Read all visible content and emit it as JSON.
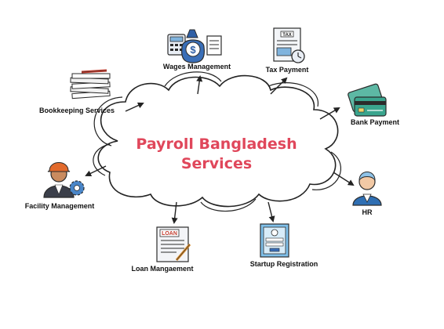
{
  "center_title": {
    "line1": "Payroll Bangladesh",
    "line2": "Services"
  },
  "services": [
    {
      "label": "Wages Management",
      "icon": "money-bag-calculator-icon"
    },
    {
      "label": "Tax Payment",
      "icon": "tax-form-clock-icon"
    },
    {
      "label": "Bank Payment",
      "icon": "bank-cards-icon"
    },
    {
      "label": "HR",
      "icon": "person-avatar-icon"
    },
    {
      "label": "Startup Registration",
      "icon": "registration-form-icon"
    },
    {
      "label": "Loan Mangaement",
      "icon": "loan-document-icon"
    },
    {
      "label": "Facility Management",
      "icon": "engineer-gear-icon"
    },
    {
      "label": "Bookkeeping Services",
      "icon": "paper-stack-pen-icon"
    }
  ],
  "icon_texts": {
    "tax_tag": "TAX",
    "loan_tag": "LOAN",
    "dollar_sign": "$"
  },
  "colors": {
    "title": "#e0475b",
    "cloud_outline": "#222222",
    "outline": "#2b2b2b"
  }
}
